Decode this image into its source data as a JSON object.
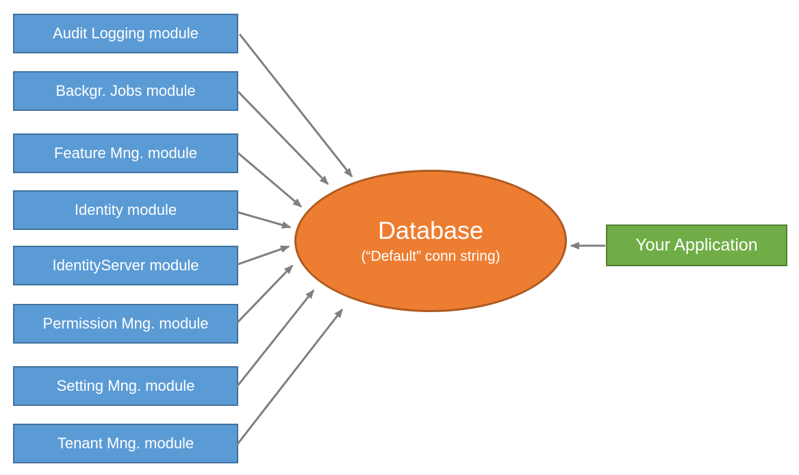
{
  "modules": [
    {
      "label": "Audit Logging module"
    },
    {
      "label": "Backgr. Jobs module"
    },
    {
      "label": "Feature Mng. module"
    },
    {
      "label": "Identity module"
    },
    {
      "label": "IdentityServer module"
    },
    {
      "label": "Permission Mng. module"
    },
    {
      "label": "Setting Mng. module"
    },
    {
      "label": "Tenant Mng. module"
    }
  ],
  "database": {
    "title": "Database",
    "subtitle": "(“Default” conn string)"
  },
  "application": {
    "label": "Your Application"
  },
  "connections": [
    {
      "from": "Audit Logging module",
      "to": "Database"
    },
    {
      "from": "Backgr. Jobs module",
      "to": "Database"
    },
    {
      "from": "Feature Mng. module",
      "to": "Database"
    },
    {
      "from": "Identity module",
      "to": "Database"
    },
    {
      "from": "IdentityServer module",
      "to": "Database"
    },
    {
      "from": "Permission Mng. module",
      "to": "Database"
    },
    {
      "from": "Setting Mng. module",
      "to": "Database"
    },
    {
      "from": "Tenant Mng. module",
      "to": "Database"
    },
    {
      "from": "Your Application",
      "to": "Database"
    }
  ],
  "colors": {
    "module_fill": "#5B9BD5",
    "module_border": "#41719C",
    "database_fill": "#ED7D31",
    "database_border": "#AE5A21",
    "application_fill": "#70AD47",
    "application_border": "#507E32",
    "arrow": "#7F7F7F",
    "text": "#FFFFFF"
  }
}
